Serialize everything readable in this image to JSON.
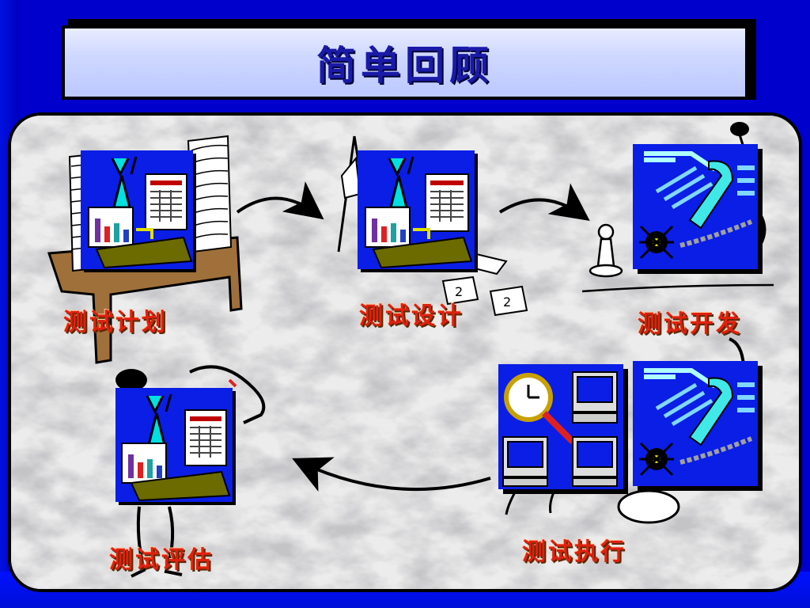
{
  "title": "简单回顾",
  "nodes": [
    {
      "id": "plan",
      "label": "测试计划"
    },
    {
      "id": "design",
      "label": "测试设计"
    },
    {
      "id": "develop",
      "label": "测试开发"
    },
    {
      "id": "execute",
      "label": "测试执行"
    },
    {
      "id": "evaluate",
      "label": "测试评估"
    }
  ],
  "edges": [
    {
      "from": "plan",
      "to": "design"
    },
    {
      "from": "design",
      "to": "develop"
    },
    {
      "from": "develop",
      "to": "execute"
    },
    {
      "from": "execute",
      "to": "evaluate"
    }
  ],
  "colors": {
    "background": "#0000cc",
    "title_text": "#1a1aa8",
    "label_text": "#e02010",
    "card_blue": "#0a1ee6"
  }
}
